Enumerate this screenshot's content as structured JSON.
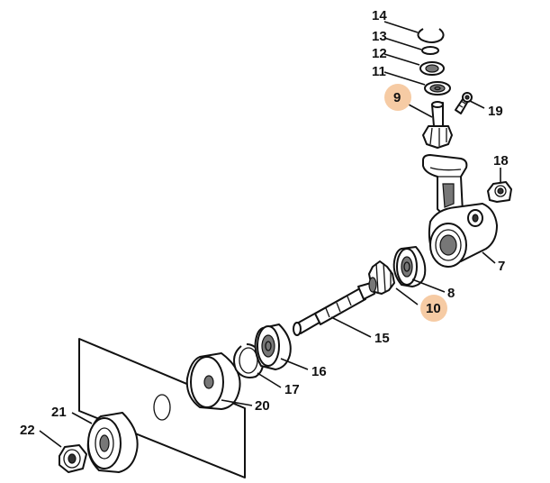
{
  "diagram": {
    "labels": {
      "p14": "14",
      "p13": "13",
      "p12": "12",
      "p11": "11",
      "p9": "9",
      "p19": "19",
      "p18": "18",
      "p7": "7",
      "p8": "8",
      "p10": "10",
      "p15": "15",
      "p16": "16",
      "p17": "17",
      "p20": "20",
      "p21": "21",
      "p22": "22"
    },
    "colors": {
      "highlight": "#f6cba4",
      "line": "#111111"
    }
  }
}
